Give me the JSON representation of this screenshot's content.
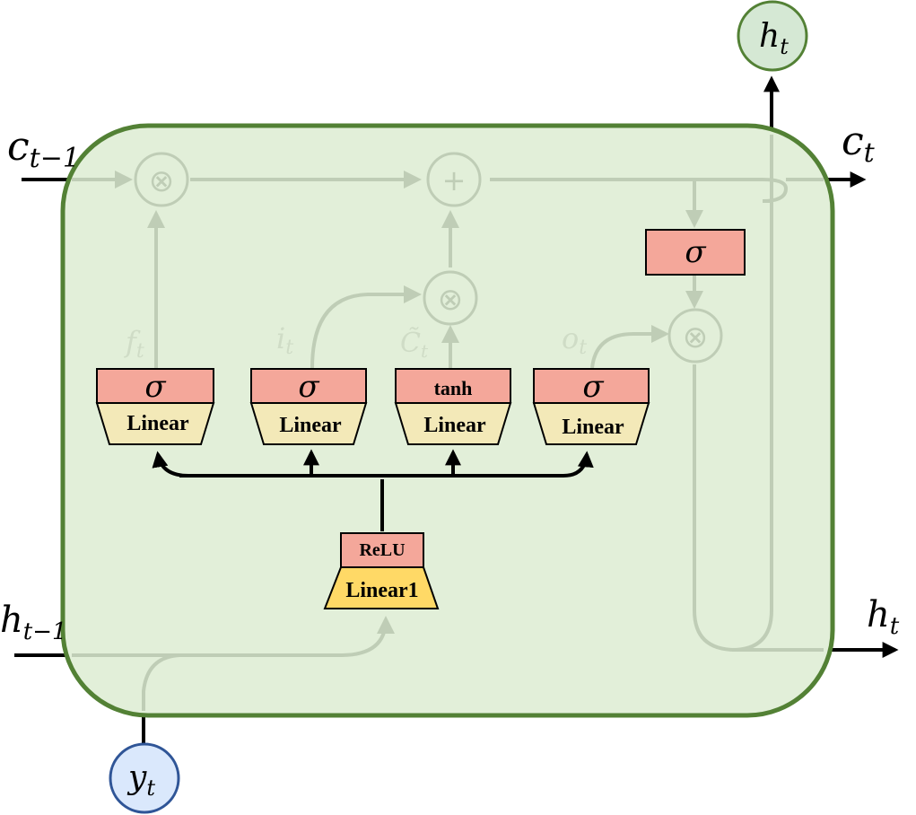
{
  "labels": {
    "c_prev": {
      "base": "c",
      "sub": "t−1"
    },
    "c_next": {
      "base": "c",
      "sub": "t"
    },
    "h_prev": {
      "base": "h",
      "sub": "t−1"
    },
    "h_next": {
      "base": "h",
      "sub": "t"
    },
    "h_top": {
      "base": "h",
      "sub": "t"
    },
    "y_in": {
      "base": "y",
      "sub": "t"
    },
    "f_gate": {
      "base": "f",
      "sub": "t"
    },
    "i_gate": {
      "base": "i",
      "sub": "t"
    },
    "c_tilde": {
      "base": "C̃",
      "sub": "t"
    },
    "o_gate": {
      "base": "o",
      "sub": "t"
    }
  },
  "ops": {
    "multiply": "⊗",
    "add": "+"
  },
  "blocks": {
    "sigma": "σ",
    "tanh": "tanh",
    "linear": "Linear",
    "relu": "ReLU",
    "linear1": "Linear1"
  },
  "colors": {
    "cell_fill": "#e2efd9",
    "cell_border": "#538135",
    "activation_fill": "#f4a79a",
    "linear_fill": "#f3e9b8",
    "linear1_fill": "#ffd966",
    "faded": "#bfcdb6",
    "h_node_fill": "#d5e8d4",
    "y_node_fill": "#dae8fc"
  }
}
